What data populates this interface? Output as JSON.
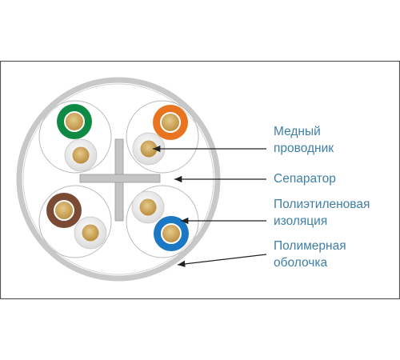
{
  "labels": {
    "copper_conductor": [
      "Медный",
      "проводник"
    ],
    "separator": [
      "Сепаратор"
    ],
    "pe_insulation": [
      "Полиэтиленовая",
      "изоляция"
    ],
    "polymer_jacket": [
      "Полимерная",
      "оболочка"
    ]
  },
  "colors": {
    "frame": "#555555",
    "jacket": "#c8c8c8",
    "copper": "#c9a45a",
    "label_text": "#3f7fa6",
    "pair_green": "#0f8a43",
    "pair_orange": "#e8741f",
    "pair_brown": "#7a4a35",
    "pair_blue": "#1b78c4",
    "white_insulation": "#eeeeee"
  }
}
